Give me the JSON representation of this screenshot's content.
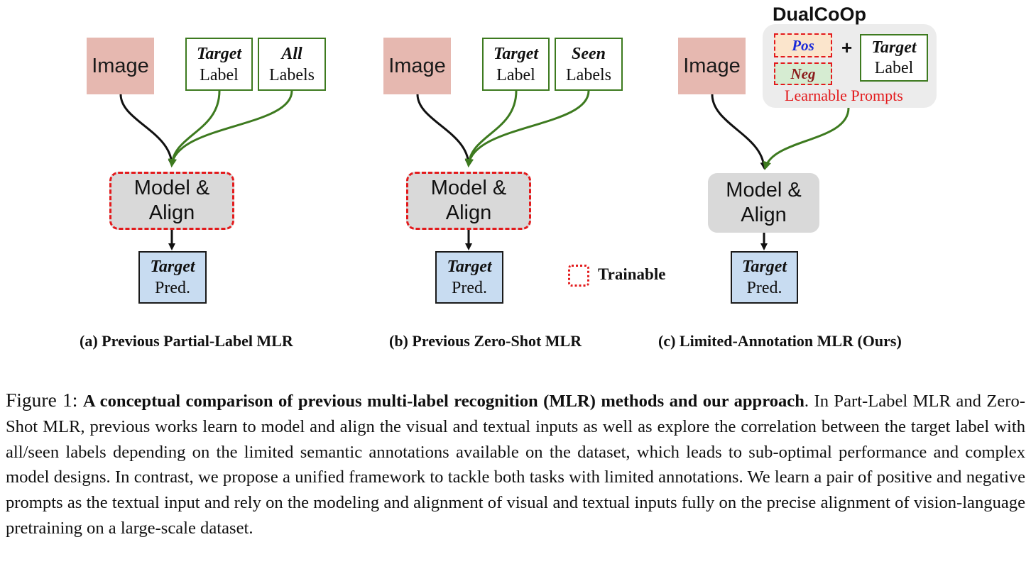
{
  "panels": {
    "a": {
      "image_label": "Image",
      "label1_em": "Target",
      "label1_text": "Label",
      "label2_em": "All",
      "label2_text": "Labels",
      "model_line1": "Model &",
      "model_line2": "Align",
      "pred_em": "Target",
      "pred_text": "Pred.",
      "subcaption": "(a) Previous Partial-Label MLR"
    },
    "b": {
      "image_label": "Image",
      "label1_em": "Target",
      "label1_text": "Label",
      "label2_em": "Seen",
      "label2_text": "Labels",
      "model_line1": "Model &",
      "model_line2": "Align",
      "pred_em": "Target",
      "pred_text": "Pred.",
      "subcaption": "(b) Previous Zero-Shot MLR"
    },
    "c": {
      "image_label": "Image",
      "group_title": "DualCoOp",
      "pos_prompt": "Pos",
      "neg_prompt": "Neg",
      "plus": "+",
      "label_em": "Target",
      "label_text": "Label",
      "learnable_prompts": "Learnable Prompts",
      "model_line1": "Model &",
      "model_line2": "Align",
      "pred_em": "Target",
      "pred_text": "Pred.",
      "subcaption": "(c) Limited-Annotation MLR (Ours)"
    }
  },
  "legend": {
    "label": "Trainable"
  },
  "caption": {
    "figure_label": "Figure 1:",
    "bold_title": "A conceptual comparison of previous multi-label recognition (MLR) methods and our approach",
    "body": ". In Part-Label MLR and Zero-Shot MLR, previous works learn to model and align the visual and textual inputs as well as explore the correlation between the target label with all/seen labels depending on the limited semantic annotations available on the dataset, which leads to sub-optimal performance and complex model designs. In contrast, we propose a unified framework to tackle both tasks with limited annotations. We learn a pair of positive and negative prompts as the textual input and rely on the modeling and alignment of visual and textual inputs fully on the precise alignment of vision-language pretraining on a large-scale dataset."
  },
  "colors": {
    "image_fill": "#e6b8b0",
    "label_border": "#3d7a1f",
    "arrow_green": "#3d7a1f",
    "trainable_red": "#e31a1c",
    "pred_fill": "#c8dcf1",
    "model_fill": "#d9d9d9"
  }
}
